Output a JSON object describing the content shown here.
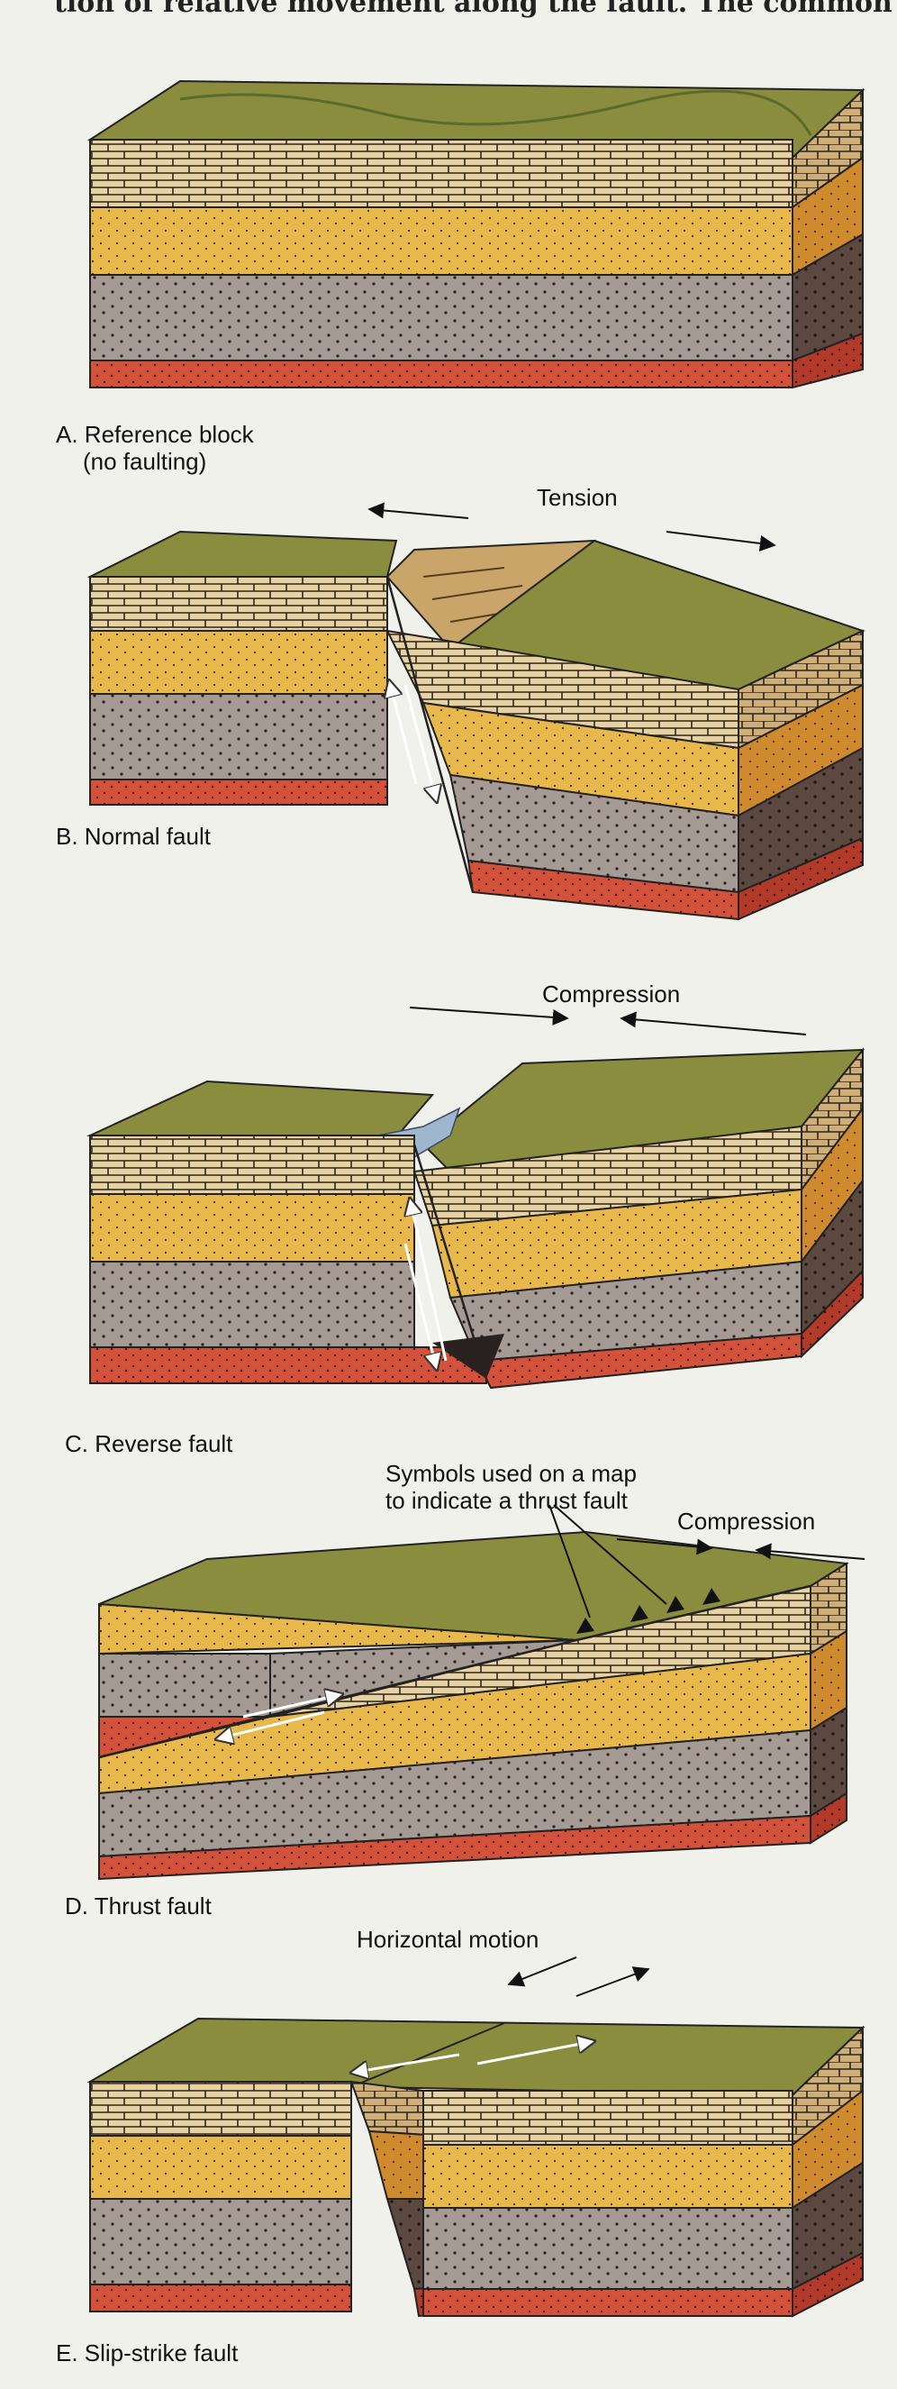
{
  "header_fragment": "tion of relative movement along the fault. The common",
  "panels": {
    "a": {
      "caption_line1": "A. Reference block",
      "caption_line2": "(no faulting)"
    },
    "b": {
      "caption": "B.  Normal fault",
      "force_label": "Tension"
    },
    "c": {
      "caption": "C.  Reverse fault",
      "force_label": "Compression"
    },
    "d": {
      "caption": "D.  Thrust fault",
      "force_label": "Compression",
      "symbol_note_line1": "Symbols used on a map",
      "symbol_note_line2": "to indicate a thrust fault"
    },
    "e": {
      "caption": "E.  Slip-strike fault",
      "force_label": "Horizontal motion"
    }
  },
  "colors": {
    "surface": "#8a8d3e",
    "brick": "#e8d2a2",
    "sand_yellow": "#e9b84a",
    "sand_gray": "#a69a95",
    "sand_dark": "#5b4840",
    "red_base": "#d4513a",
    "water": "#9fb6cf"
  }
}
